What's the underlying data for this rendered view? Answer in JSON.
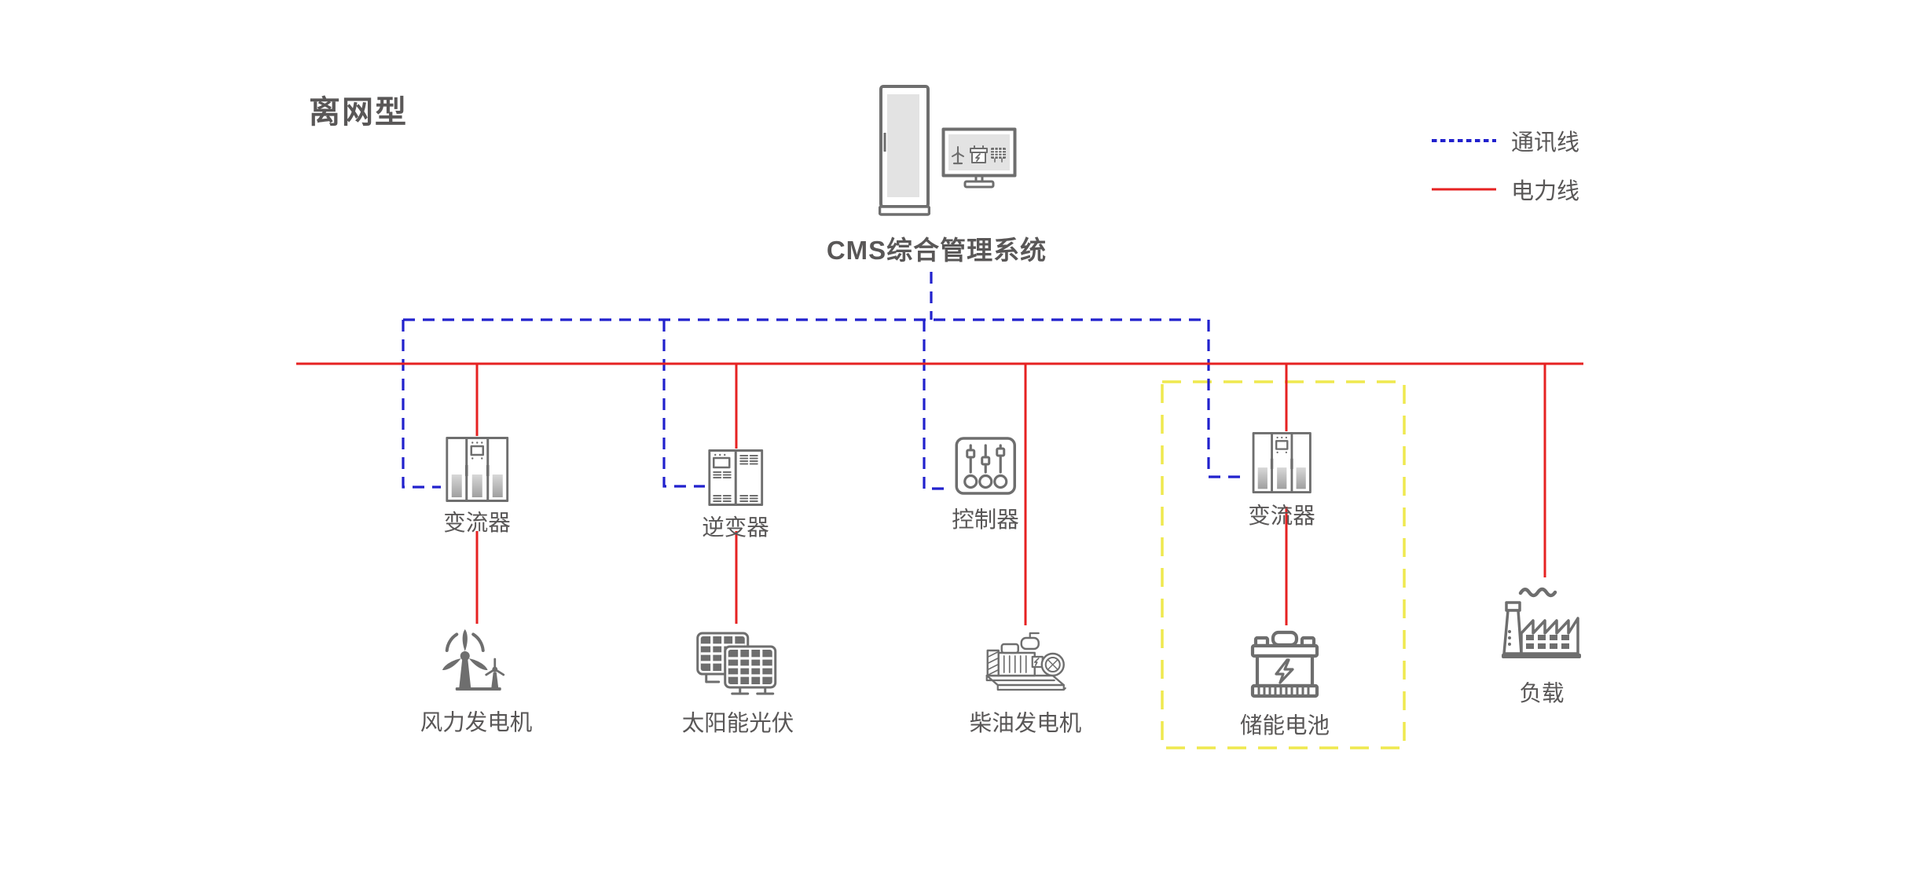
{
  "title": "离网型",
  "cms": {
    "label": "CMS综合管理系统",
    "icons": [
      "server-cabinet-icon",
      "monitor-icon"
    ]
  },
  "legend": {
    "comm": {
      "label": "通讯线",
      "style": "dashed",
      "color": "#2121cd"
    },
    "power": {
      "label": "电力线",
      "style": "solid",
      "color": "#e62222"
    }
  },
  "colors": {
    "comm_line": "#2121cd",
    "power_line": "#e62222",
    "storage_box": "#efe94f",
    "icon_stroke": "#6e6e6e",
    "icon_fill_light": "#e3e3e3",
    "text": "#595757"
  },
  "nodes": {
    "converter1": {
      "label": "变流器",
      "icon": "converter-cabinet-icon"
    },
    "inverter": {
      "label": "逆变器",
      "icon": "inverter-cabinet-icon"
    },
    "controller": {
      "label": "控制器",
      "icon": "slider-controller-icon"
    },
    "converter2": {
      "label": "变流器",
      "icon": "converter-cabinet-icon"
    },
    "wind": {
      "label": "风力发电机",
      "icon": "wind-turbine-icon"
    },
    "solar": {
      "label": "太阳能光伏",
      "icon": "solar-panel-icon"
    },
    "diesel": {
      "label": "柴油发电机",
      "icon": "diesel-generator-icon"
    },
    "battery": {
      "label": "储能电池",
      "icon": "battery-icon"
    },
    "load": {
      "label": "负载",
      "icon": "factory-icon"
    }
  }
}
